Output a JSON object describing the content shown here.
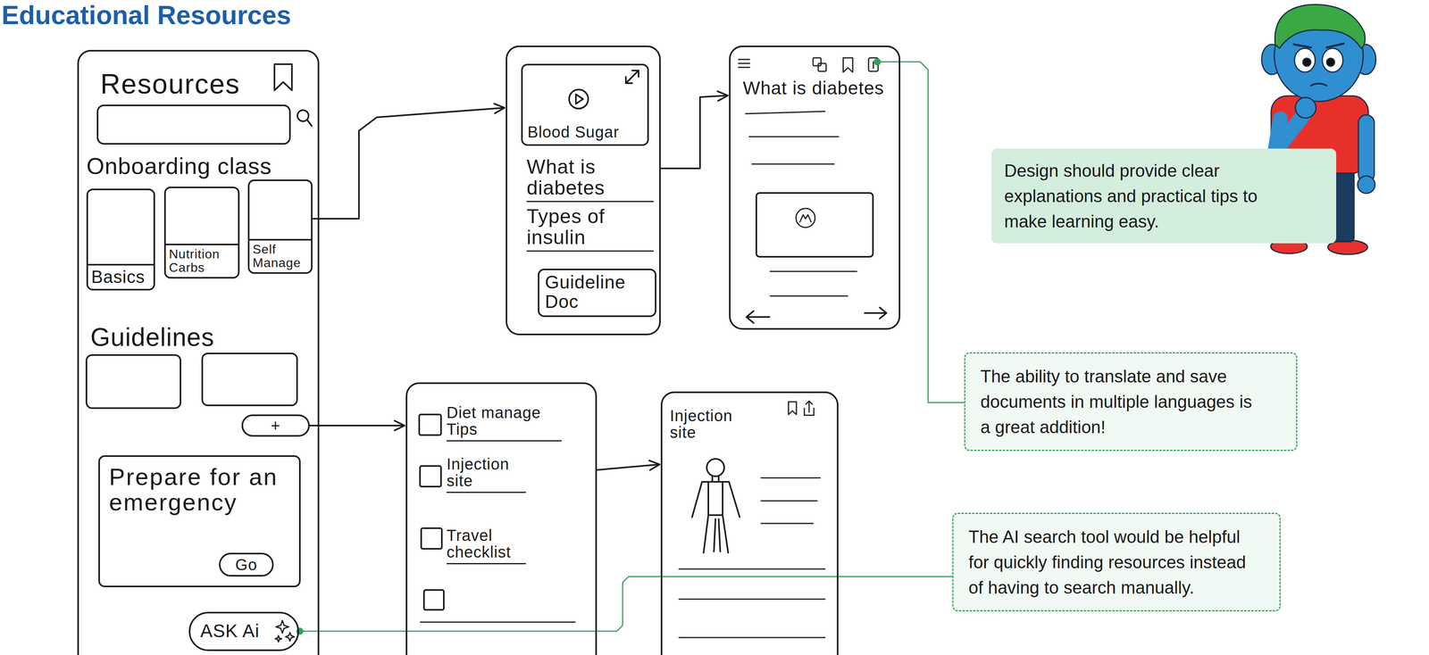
{
  "diagram": {
    "title": "Educational Resources",
    "nodes": [
      {
        "text": [
          "Resources",
          "Onboarding class",
          "Guidelines"
        ]
      },
      {
        "text": [
          "Basics"
        ],
        "in": 0
      },
      {
        "text": [
          "Nutrition Carbs"
        ],
        "in": 0
      },
      {
        "text": [
          "Self Manage"
        ],
        "in": 0
      },
      {
        "text": [
          "+"
        ],
        "in": 0
      },
      {
        "text": [
          "Prepare for an emergency"
        ],
        "in": 0
      },
      {
        "text": [
          "Go"
        ],
        "in": 5
      },
      {
        "text": [
          "ASK Ai"
        ],
        "in": 0
      },
      {
        "text": [
          "What is diabetes",
          "Types of insulin"
        ]
      },
      {
        "text": [
          "Blood Sugar"
        ],
        "in": 8
      },
      {
        "text": [
          "Guideline Doc"
        ],
        "in": 8
      },
      {
        "text": [
          "What is diabetes"
        ]
      },
      {
        "text": [
          "Design should provide clear explanations and practical tips to make learning easy."
        ]
      },
      {
        "text": [
          "Diet manage Tips",
          "Injection site",
          "Travel checklist"
        ]
      },
      {
        "text": [
          "Injection site"
        ]
      },
      {
        "text": [
          "The ability to translate and save documents in multiple languages is a great addition!"
        ]
      },
      {
        "text": [
          "The AI search tool would be helpful for quickly finding resources instead of having to search manually."
        ]
      }
    ],
    "edges": [
      {
        "from": 3,
        "to": 8,
        "arrow": "to"
      },
      {
        "from": 8,
        "to": 11,
        "arrow": "to"
      },
      {
        "from": 4,
        "to": 13,
        "arrow": "to"
      },
      {
        "from": 13,
        "to": 14,
        "arrow": "to"
      },
      {
        "from": 15,
        "to": 11,
        "arrow": "none"
      },
      {
        "from": 16,
        "to": 7,
        "arrow": "none"
      }
    ]
  }
}
